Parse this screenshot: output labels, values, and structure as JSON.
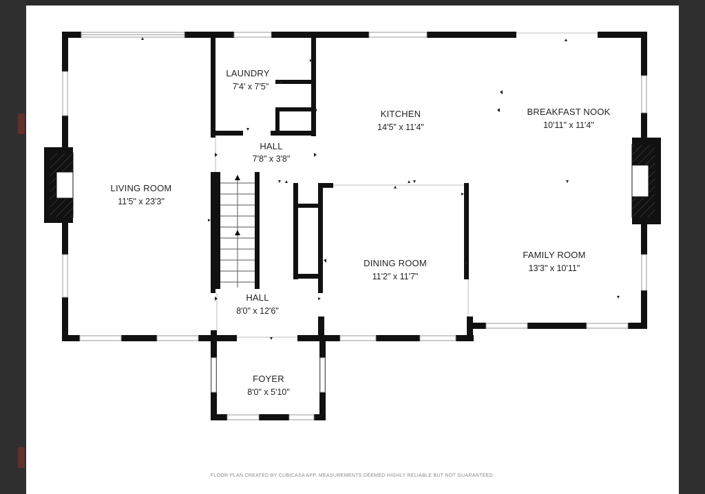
{
  "rooms": {
    "laundry": {
      "name": "LAUNDRY",
      "dims": "7'4' x 7'5\""
    },
    "kitchen": {
      "name": "KITCHEN",
      "dims": "14'5\" x 11'4\""
    },
    "breakfast_nook": {
      "name": "BREAKFAST NOOK",
      "dims": "10'11\" x 11'4\""
    },
    "hall_upper": {
      "name": "HALL",
      "dims": "7'8\" x 3'8\""
    },
    "living_room": {
      "name": "LIVING ROOM",
      "dims": "11'5\" x 23'3\""
    },
    "dining_room": {
      "name": "DINING ROOM",
      "dims": "11'2\" x 11'7\""
    },
    "family_room": {
      "name": "FAMILY ROOM",
      "dims": "13'3\" x 10'11\""
    },
    "hall_lower": {
      "name": "HALL",
      "dims": "8'0\" x 12'6\""
    },
    "foyer": {
      "name": "FOYER",
      "dims": "8'0\" x 5'10\""
    }
  },
  "footer": {
    "note": "FLOOR PLAN CREATED BY CUBICASA APP. MEASUREMENTS DEEMED HIGHLY RELIABLE BUT NOT GUARANTEED."
  },
  "colors": {
    "wall": "#111111",
    "window": "#9a9a9a",
    "hatch": "#444444",
    "paper": "#ffffff"
  }
}
